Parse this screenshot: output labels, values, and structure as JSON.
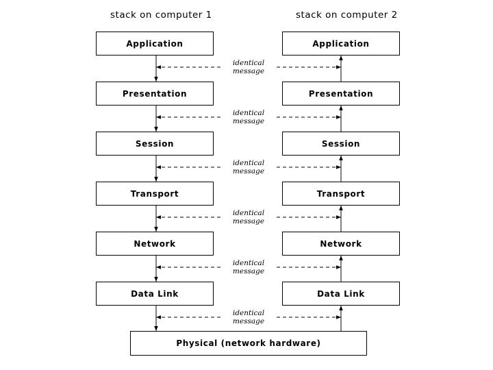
{
  "stack1_title": "stack on computer 1",
  "stack2_title": "stack on computer 2",
  "layers": [
    "Application",
    "Presentation",
    "Session",
    "Transport",
    "Network",
    "Data Link"
  ],
  "physical": "Physical (network hardware)",
  "message_line1": "identical",
  "message_line2": "message"
}
